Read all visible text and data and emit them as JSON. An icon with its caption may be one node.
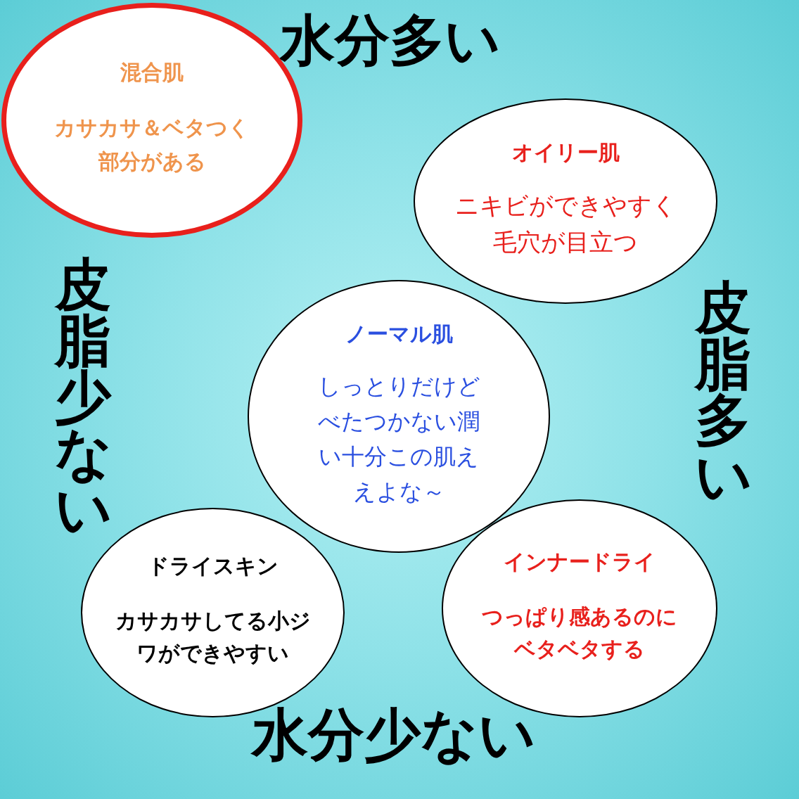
{
  "diagram": {
    "nodes": [
      {
        "text": [
          "混合肌",
          "カサカサ＆ベタつく部分がある"
        ]
      },
      {
        "text": [
          "オイリー肌",
          "ニキビができやすく毛穴が目立つ"
        ]
      },
      {
        "text": [
          "ノーマル肌",
          "しっとりだけどべたつかない潤い十分この肌ええよな～"
        ]
      },
      {
        "text": [
          "ドライスキン",
          "カサカサしてる小ジワができやすい"
        ]
      },
      {
        "text": [
          "インナードライ",
          "つっぱり感あるのにベタベタする"
        ]
      }
    ],
    "labels": [
      "水分多い",
      "皮脂少ない",
      "皮脂多い",
      "水分少ない"
    ]
  }
}
